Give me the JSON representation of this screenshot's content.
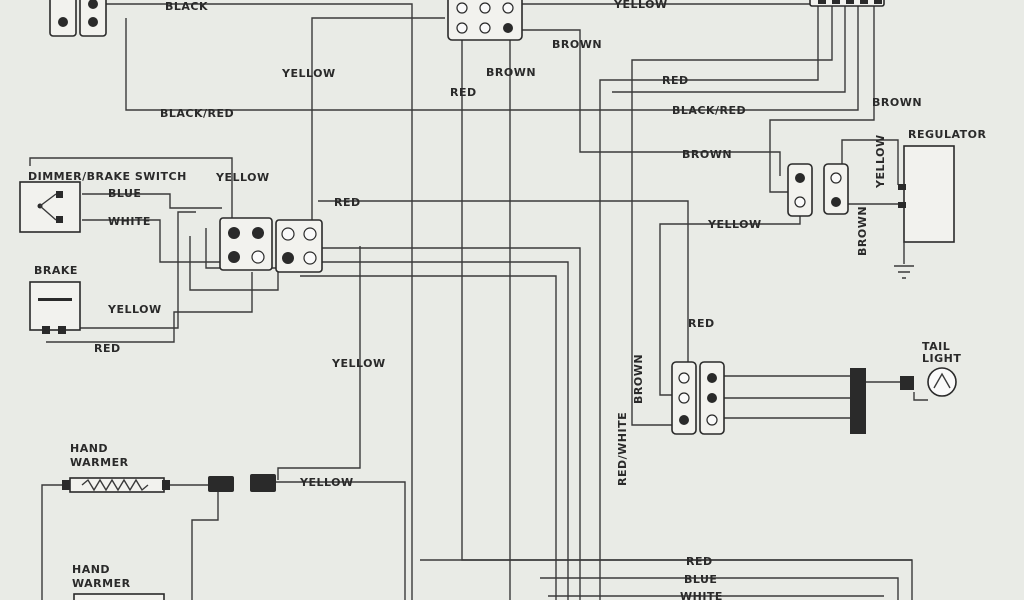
{
  "components": {
    "dimmer_brake_switch": "DIMMER/BRAKE SWITCH",
    "brake": "BRAKE",
    "regulator": "REGULATOR",
    "tail_light": [
      "TAIL",
      "LIGHT"
    ],
    "hand_warmer_1": [
      "HAND",
      "WARMER"
    ],
    "hand_warmer_2": [
      "HAND",
      "WARMER"
    ]
  },
  "wire_labels": {
    "black_top": "BLACK",
    "yellow_top": "YELLOW",
    "brown_top": "BROWN",
    "brown_mid": "BROWN",
    "yellow_left_vertical": "YELLOW",
    "red_mid": "RED",
    "red_top": "RED",
    "black_red": "BLACK/RED",
    "black_red_right": "BLACK/RED",
    "brown_right": "BROWN",
    "brown_center": "BROWN",
    "yellow_switch": "YELLOW",
    "blue_switch": "BLUE",
    "white_switch": "WHITE",
    "red_switch": "RED",
    "yellow_connector": "YELLOW",
    "yellow_regulator": "YELLOW",
    "brown_regulator": "BROWN",
    "yellow_brake": "YELLOW",
    "red_brake": "RED",
    "yellow_vertical": "YELLOW",
    "red_tail": "RED",
    "brown_vertical": "BROWN",
    "red_white": "RED/WHITE",
    "yellow_warmer": "YELLOW",
    "red_bottom": "RED",
    "blue_bottom": "BLUE",
    "white_bottom": "WHITE"
  }
}
